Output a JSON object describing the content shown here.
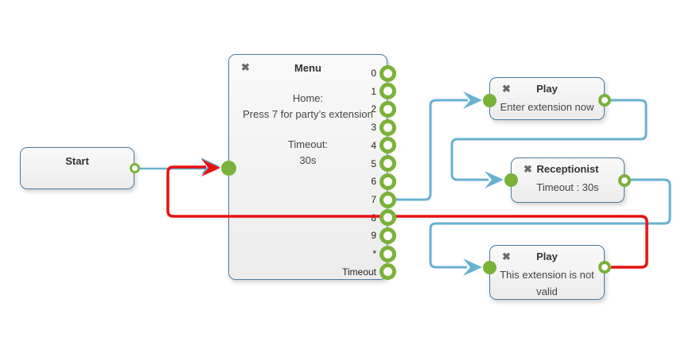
{
  "ui": {
    "close_glyph": "✖"
  },
  "colors": {
    "blue": "#68b1d0",
    "red": "#e81111",
    "green": "#7ab239",
    "node_border": "#4d7ca0"
  },
  "nodes": {
    "start": {
      "title": "Start"
    },
    "menu": {
      "title": "Menu",
      "home_label": "Home:",
      "home_text": "Press 7 for party’s extension",
      "timeout_label": "Timeout:",
      "timeout_value": "30s",
      "ports": [
        "0",
        "1",
        "2",
        "3",
        "4",
        "5",
        "6",
        "7",
        "8",
        "9",
        "*",
        "Timeout"
      ]
    },
    "play_enter": {
      "title": "Play",
      "body": "Enter extension now"
    },
    "receptionist": {
      "title": "Receptionist",
      "body": "Timeout : 30s"
    },
    "play_invalid": {
      "title": "Play",
      "body": "This extension is not valid"
    }
  },
  "connections": [
    {
      "from": "Start",
      "to": "Menu",
      "color": "blue"
    },
    {
      "from": "Menu port 7",
      "to": "Play: Enter extension now",
      "color": "blue"
    },
    {
      "from": "Play: Enter extension now",
      "to": "Receptionist",
      "color": "blue"
    },
    {
      "from": "Receptionist",
      "to": "Play: This extension is not valid",
      "color": "blue"
    },
    {
      "from": "Play: This extension is not valid",
      "to": "Menu",
      "color": "red"
    }
  ]
}
